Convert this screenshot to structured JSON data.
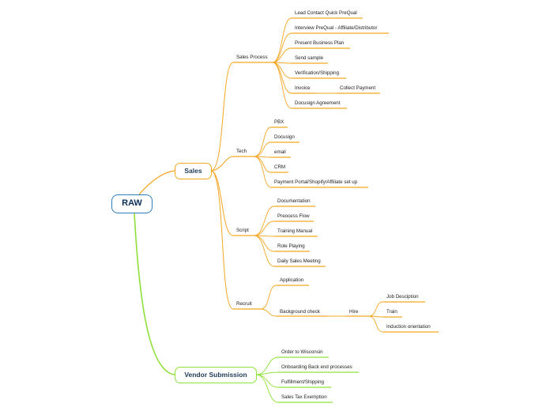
{
  "root": "RAW",
  "sales": {
    "label": "Sales",
    "process": {
      "label": "Sales Process",
      "items": [
        "Lead Contact Quick PreQual",
        "Interview PreQual - Affiliate/Distributor",
        "Present  Business Plan",
        "Send sample",
        "Verification/Shipping",
        "Invoice",
        "Docusign Agreement"
      ],
      "invoice_child": "Collect Payment"
    },
    "tech": {
      "label": "Tech",
      "items": [
        "PBX",
        "Docusign",
        "email",
        "CRM",
        "Payment Portal/Shopify/Affiliate set up"
      ]
    },
    "script": {
      "label": "Script",
      "items": [
        "Documentation",
        "Preocess Flow",
        "Training Manual",
        "Role Playing",
        "Daily Sales Meeting"
      ]
    },
    "recruit": {
      "label": "Recruit",
      "items": [
        "Application",
        "Background check"
      ],
      "bg_child": "Hire",
      "hire_items": [
        "Job Desciption",
        "Train",
        "Induction orientation"
      ]
    }
  },
  "vendor": {
    "label": "Vendor Submission",
    "items": [
      "Order to Wisconsin",
      "Onboarding Back end processes",
      "Fulfillment/Shipping",
      "Sales Tax Exemption"
    ]
  },
  "colors": {
    "orange": "#f5a623",
    "green": "#8fe03a",
    "blue": "#2a7fbf"
  }
}
